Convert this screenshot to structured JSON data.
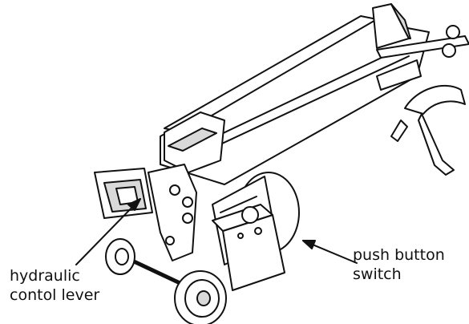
{
  "labels": {
    "lever": [
      "hydraulic",
      "contol lever"
    ],
    "switch": [
      "push button",
      "switch"
    ]
  },
  "colors": {
    "line": "#111111",
    "fill": "#ffffff",
    "shade": "#d9d9d9"
  }
}
